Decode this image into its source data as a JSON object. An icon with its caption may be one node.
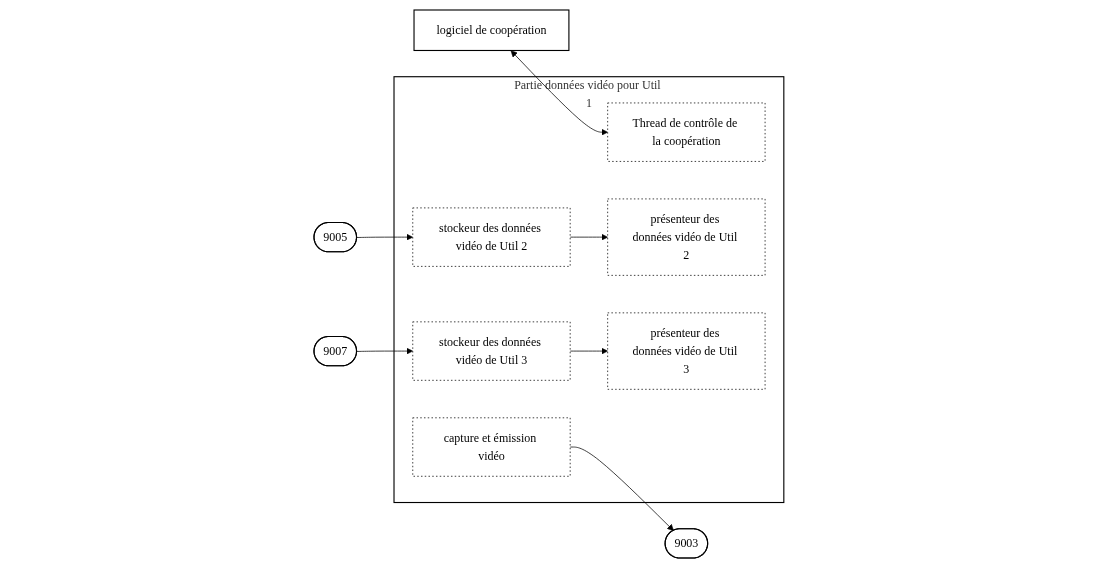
{
  "diagram": {
    "nodes": [
      {
        "text": [
          "logiciel de coopération"
        ]
      },
      {
        "text": [
          "Partie données vidéo pour Util 1"
        ]
      },
      {
        "text": [
          "Thread de contrôle de la coopération"
        ],
        "in": 1
      },
      {
        "text": [
          "présenteur des données vidéo de Util 2"
        ],
        "in": 1
      },
      {
        "text": [
          "présenteur des données vidéo de Util 3"
        ],
        "in": 1
      },
      {
        "text": [
          "capture et émission vidéo"
        ],
        "in": 1
      },
      {
        "text": [
          "stockeur des données vidéo de Util 2"
        ],
        "in": 1
      },
      {
        "text": [
          "stockeur des données vidéo de Util 3"
        ],
        "in": 1
      },
      {
        "text": [
          "9003"
        ]
      },
      {
        "text": [
          "9005"
        ]
      },
      {
        "text": [
          "9007"
        ]
      }
    ],
    "edges": [
      {
        "from": 0,
        "to": 2,
        "arrow": "both"
      },
      {
        "from": 5,
        "to": 8,
        "arrow": "to"
      },
      {
        "from": 9,
        "to": 6,
        "arrow": "to"
      },
      {
        "from": 6,
        "to": 3,
        "arrow": "to"
      },
      {
        "from": 10,
        "to": 7,
        "arrow": "to"
      },
      {
        "from": 7,
        "to": 4,
        "arrow": "to"
      }
    ]
  }
}
